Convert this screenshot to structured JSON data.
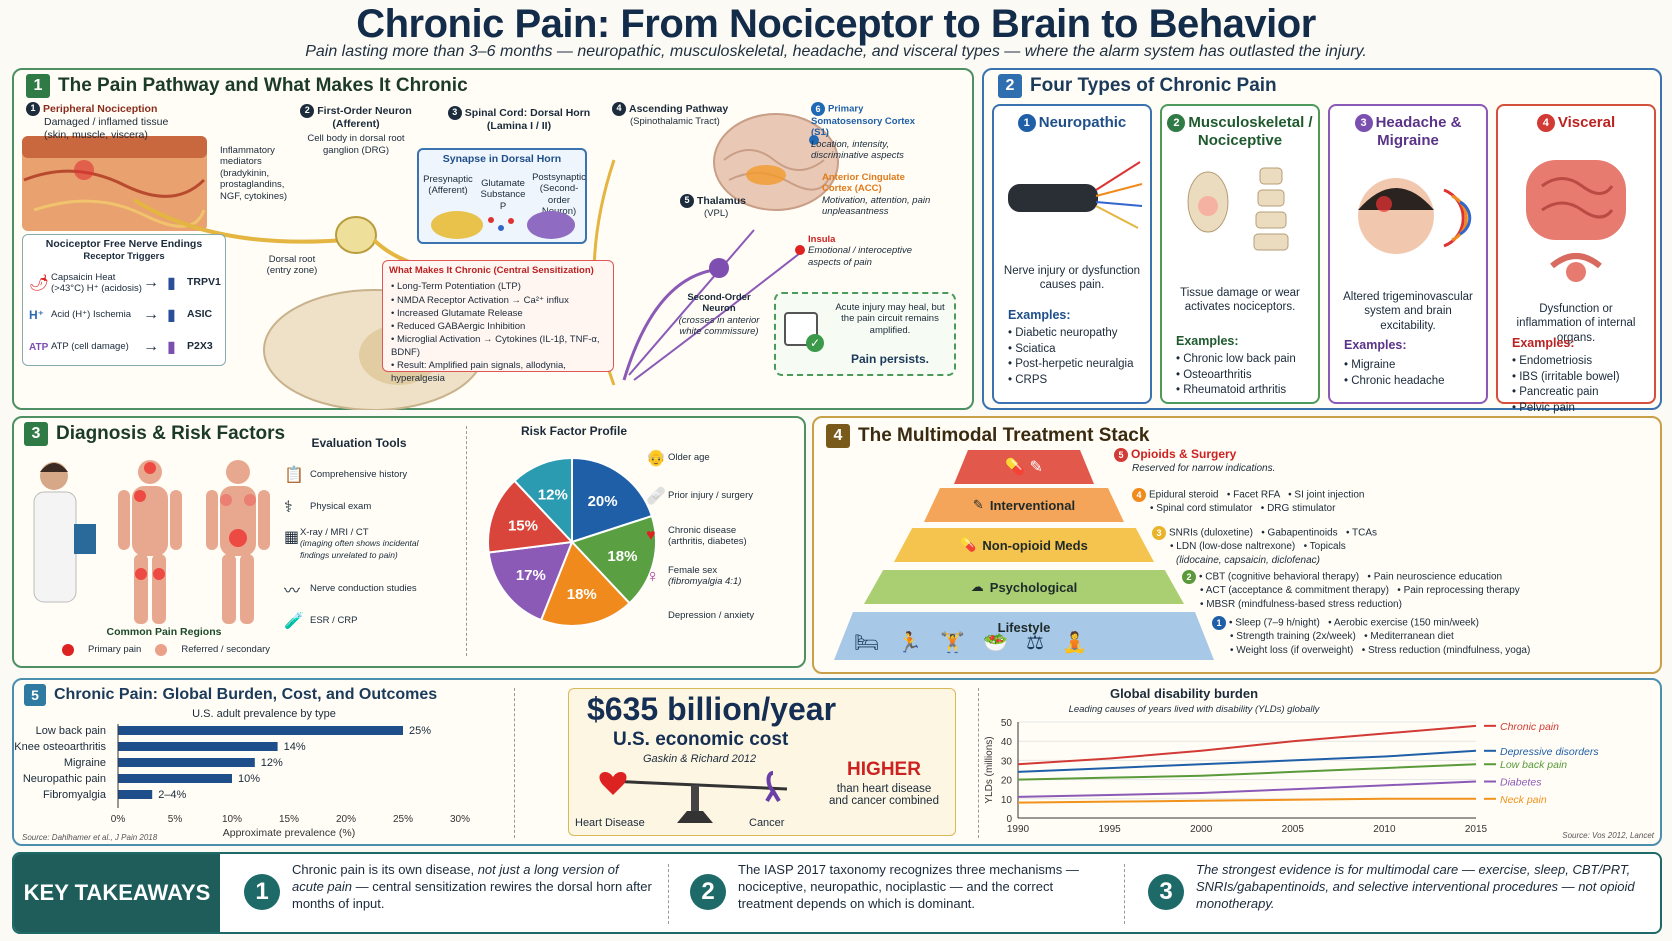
{
  "header": {
    "title": "Chronic Pain: From Nociceptor to Brain to Behavior",
    "subtitle": "Pain lasting more than 3–6 months — neuropathic, musculoskeletal, headache, and visceral types — where the alarm system has outlasted the injury."
  },
  "s1": {
    "num": "1",
    "title": "The Pain Pathway and What Makes It Chronic",
    "step1_title": "Peripheral Nociception",
    "step1_sub": "Damaged / inflamed tissue (skin, muscle, viscera)",
    "mediators": "Inflammatory mediators (bradykinin, prostaglandins, NGF, cytokines)",
    "step2_title": "First-Order Neuron (Afferent)",
    "step2_sub": "Cell body in dorsal root ganglion (DRG)",
    "step3_title": "Spinal Cord: Dorsal Horn (Lamina I / II)",
    "synapse_title": "Synapse in Dorsal Horn",
    "pre": "Presynaptic (Afferent)",
    "glut": "Glutamate Substance P",
    "post": "Postsynaptic (Second-order Neuron)",
    "step4_title": "Ascending Pathway",
    "step4_sub": "(Spinothalamic Tract)",
    "s1_cortex": "Primary Somatosensory Cortex (S1)",
    "s1_cortex_sub": "Location, intensity, discriminative aspects",
    "acc": "Anterior Cingulate Cortex (ACC)",
    "acc_sub": "Motivation, attention, pain unpleasantness",
    "insula": "Insula",
    "insula_sub": "Emotional / interoceptive aspects of pain",
    "thalamus": "Thalamus",
    "thalamus_sub": "(VPL)",
    "second_order": "Second-Order Neuron",
    "second_order_sub": "(crosses in anterior white commissure)",
    "dorsal_root": "Dorsal root (entry zone)",
    "receptors_title": "Nociceptor Free Nerve Endings",
    "receptors_sub": "Receptor Triggers",
    "receptors": [
      {
        "trigger": "Capsaicin Heat (>43°C) H⁺ (acidosis)",
        "name": "TRPV1"
      },
      {
        "trigger": "Acid (H⁺) Ischemia",
        "name": "ASIC"
      },
      {
        "trigger": "ATP (cell damage)",
        "name": "P2X3"
      }
    ],
    "chronic_title": "What Makes It Chronic (Central Sensitization)",
    "chronic_items": [
      "Long-Term Potentiation (LTP)",
      "NMDA Receptor Activation → Ca²⁺ influx",
      "Increased Glutamate Release",
      "Reduced GABAergic Inhibition",
      "Microglial Activation → Cytokines (IL-1β, TNF-α, BDNF)",
      "Result: Amplified pain signals, allodynia, hyperalgesia"
    ],
    "acute_note": "Acute injury may heal, but the pain circuit remains amplified.",
    "persists": "Pain persists."
  },
  "s2": {
    "num": "2",
    "title": "Four Types of Chronic Pain",
    "examples_label": "Examples:",
    "cards": [
      {
        "num": "1",
        "title": "Neuropathic",
        "desc": "Nerve injury or dysfunction causes pain.",
        "examples": [
          "Diabetic neuropathy",
          "Sciatica",
          "Post-herpetic neuralgia",
          "CRPS"
        ]
      },
      {
        "num": "2",
        "title": "Musculoskeletal / Nociceptive",
        "desc": "Tissue damage or wear activates nociceptors.",
        "examples": [
          "Chronic low back pain",
          "Osteoarthritis",
          "Rheumatoid arthritis"
        ]
      },
      {
        "num": "3",
        "title": "Headache & Migraine",
        "desc": "Altered trigeminovascular system and brain excitability.",
        "examples": [
          "Migraine",
          "Chronic headache"
        ]
      },
      {
        "num": "4",
        "title": "Visceral",
        "desc": "Dysfunction or inflammation of internal organs.",
        "examples": [
          "Endometriosis",
          "IBS (irritable bowel)",
          "Pancreatic pain",
          "Pelvic pain"
        ]
      }
    ]
  },
  "s3": {
    "num": "3",
    "title": "Diagnosis & Risk Factors",
    "regions_title": "Common Pain Regions",
    "primary": "Primary pain",
    "referred": "Referred / secondary",
    "tools_title": "Evaluation Tools",
    "tools": [
      "Comprehensive history",
      "Physical exam",
      "X-ray / MRI / CT",
      "Nerve conduction studies",
      "ESR / CRP"
    ],
    "xray_note": "(imaging often shows incidental findings unrelated to pain)",
    "risk_title": "Risk Factor Profile",
    "risks": [
      {
        "label": "Older age",
        "value": 20,
        "color": "#1f5fa8"
      },
      {
        "label": "Prior injury / surgery",
        "value": 18,
        "color": "#5aa043"
      },
      {
        "label": "Chronic disease",
        "note": "(arthritis, diabetes)",
        "value": 18,
        "color": "#f08a1c"
      },
      {
        "label": "Female sex",
        "note": "(fibromyalgia 4:1)",
        "value": 17,
        "color": "#8b5ab6"
      },
      {
        "label": "Depression / anxiety",
        "value": 15,
        "color": "#d9453b"
      },
      {
        "label": "",
        "value": 12,
        "color": "#2a9bb0"
      }
    ],
    "risk_labels": [
      "20%",
      "18%",
      "18%",
      "17%",
      "15%",
      "12%"
    ]
  },
  "s4": {
    "num": "4",
    "title": "The Multimodal Treatment Stack",
    "tiers": [
      {
        "n": "5",
        "name": "Opioids & Surgery",
        "items": [
          "Reserved for narrow indications."
        ]
      },
      {
        "n": "4",
        "name": "Interventional",
        "items": [
          "Epidural steroid",
          "Facet RFA",
          "SI joint injection",
          "Spinal cord stimulator",
          "DRG stimulator"
        ]
      },
      {
        "n": "3",
        "name": "Non-opioid Meds",
        "items": [
          "SNRIs (duloxetine)",
          "Gabapentinoids",
          "TCAs",
          "LDN (low-dose naltrexone)",
          "Topicals",
          "(lidocaine, capsaicin, diclofenac)"
        ]
      },
      {
        "n": "2",
        "name": "Psychological",
        "items": [
          "CBT (cognitive behavioral therapy)",
          "Pain neuroscience education",
          "ACT (acceptance & commitment therapy)",
          "Pain reprocessing therapy",
          "MBSR (mindfulness-based stress reduction)"
        ]
      },
      {
        "n": "1",
        "name": "Lifestyle",
        "items": [
          "Sleep (7–9 h/night)",
          "Aerobic exercise (150 min/week)",
          "Strength training (2x/week)",
          "Mediterranean diet",
          "Weight loss (if overweight)",
          "Stress reduction (mindfulness, yoga)"
        ]
      }
    ]
  },
  "s5": {
    "num": "5",
    "title": "Chronic Pain: Global Burden, Cost, and Outcomes",
    "cost": "$635 billion/year",
    "cost_sub": "U.S. economic cost",
    "cost_src": "Gaskin & Richard 2012",
    "higher": "HIGHER",
    "higher_sub": "than heart disease and cancer combined",
    "heart": "Heart Disease",
    "cancer": "Cancer"
  },
  "chart_data": [
    {
      "type": "bar",
      "title": "U.S. adult prevalence by type",
      "categories": [
        "Low back pain",
        "Knee osteoarthritis",
        "Migraine",
        "Neuropathic pain",
        "Fibromyalgia"
      ],
      "values": [
        25,
        14,
        12,
        10,
        3
      ],
      "value_labels": [
        "25%",
        "14%",
        "12%",
        "10%",
        "2–4%"
      ],
      "xlim": [
        0,
        30
      ],
      "xticks": [
        "0%",
        "5%",
        "10%",
        "15%",
        "20%",
        "25%",
        "30%"
      ],
      "xlabel": "Approximate prevalence (%)",
      "source": "Source: Dahlhamer et al., J Pain 2018"
    },
    {
      "type": "line",
      "title": "Global disability burden",
      "subtitle": "Leading causes of years lived with disability (YLDs) globally",
      "ylabel": "YLDs (millions)",
      "x": [
        1990,
        1995,
        2000,
        2005,
        2010,
        2015
      ],
      "ylim": [
        0,
        50
      ],
      "yticks": [
        0,
        10,
        20,
        30,
        40,
        50
      ],
      "series": [
        {
          "name": "Chronic pain",
          "color": "#d23a35",
          "values": [
            28,
            31,
            35,
            40,
            44,
            48
          ]
        },
        {
          "name": "Depressive disorders",
          "color": "#1f5fa8",
          "values": [
            24,
            26,
            28,
            30,
            32,
            35
          ]
        },
        {
          "name": "Low back pain",
          "color": "#5a9a3a",
          "values": [
            20,
            21,
            22,
            24,
            26,
            28
          ]
        },
        {
          "name": "Diabetes",
          "color": "#8b5ab6",
          "values": [
            11,
            12,
            13,
            15,
            17,
            19
          ]
        },
        {
          "name": "Neck pain",
          "color": "#f0921c",
          "values": [
            8,
            8.5,
            9,
            9.5,
            10,
            10
          ]
        }
      ],
      "source": "Source: Vos 2012, Lancet"
    }
  ],
  "takeaways": {
    "title": "KEY TAKEAWAYS",
    "items": [
      {
        "n": "1",
        "pre": "Chronic pain is its own disease,",
        "em": " not just a long version of acute pain",
        "post": " — central sensitization rewires the dorsal horn after months of input."
      },
      {
        "n": "2",
        "pre": "The IASP 2017 taxonomy recognizes three mechanisms — nociceptive, neuropathic, nociplastic — and the correct treatment depends on which is dominant.",
        "em": "",
        "post": ""
      },
      {
        "n": "3",
        "pre": "",
        "em": "The strongest evidence is for multimodal care — exercise, sleep, CBT/PRT, SNRIs/gabapentinoids, and selective interventional procedures — not opioid monotherapy.",
        "post": ""
      }
    ]
  }
}
